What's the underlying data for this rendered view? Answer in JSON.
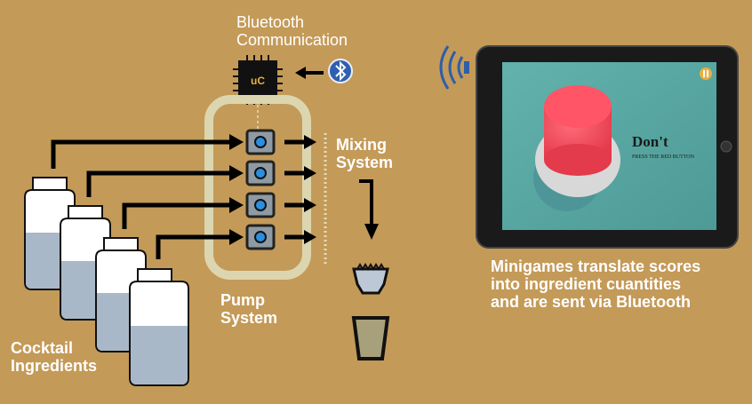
{
  "labels": {
    "bluetooth": [
      "Bluetooth",
      "Communication"
    ],
    "mixing": [
      "Mixing",
      "System"
    ],
    "pump": [
      "Pump",
      "System"
    ],
    "ingredients": [
      "Cocktail",
      "Ingredients"
    ],
    "minigames": [
      "Minigames translate scores",
      "into ingredient cuantities",
      "and are sent via Bluetooth"
    ]
  },
  "microcontroller_text": "uC",
  "tablet": {
    "title": "Don't",
    "subtitle": "PRESS THE RED BUTTON"
  },
  "icons": [
    "microcontroller-chip-icon",
    "bluetooth-icon",
    "wireless-signal-icon",
    "pause-icon",
    "pump-icon",
    "bottle-icon",
    "strainer-icon",
    "glass-icon"
  ],
  "colors": {
    "background": "#c49a58",
    "screen": "#5aa8a3",
    "red_button": "#f04a5a",
    "liquid": "#a9b8c8",
    "pump_outline": "#dcd6b0"
  }
}
